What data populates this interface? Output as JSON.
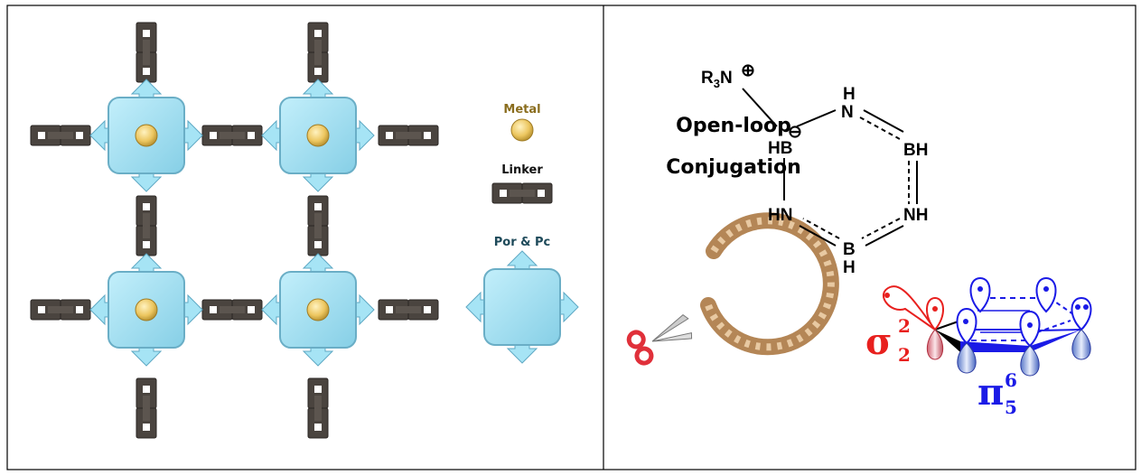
{
  "left_panel": {
    "legend": {
      "metal_label": "Metal",
      "linker_label": "Linker",
      "unit_label": "Por & Pc"
    },
    "colors": {
      "metal": "#e8c15e",
      "metal_label": "#8a6d1e",
      "linker": "#4a443f",
      "unit": "#a6e4f5",
      "unit_label": "#1e4a5a"
    }
  },
  "right_panel": {
    "title_line1": "Open-loop",
    "title_line2": "Conjugation",
    "molecule": {
      "substituent": "R",
      "substituent_sub": "3",
      "amine_N": "N",
      "plus": "⊕",
      "minus": "⊖",
      "atoms": [
        "HB",
        "H",
        "N",
        "BH",
        "NH",
        "B",
        "H",
        "HN"
      ]
    },
    "orbital_labels": {
      "sigma": "σ",
      "sigma_sup": "2",
      "sigma_sub": "2",
      "pi": "π",
      "pi_sup": "6",
      "pi_sub": "5"
    },
    "colors": {
      "sigma": "#e8201e",
      "pi": "#1a1ae6",
      "rope": "#c49a6c"
    }
  }
}
